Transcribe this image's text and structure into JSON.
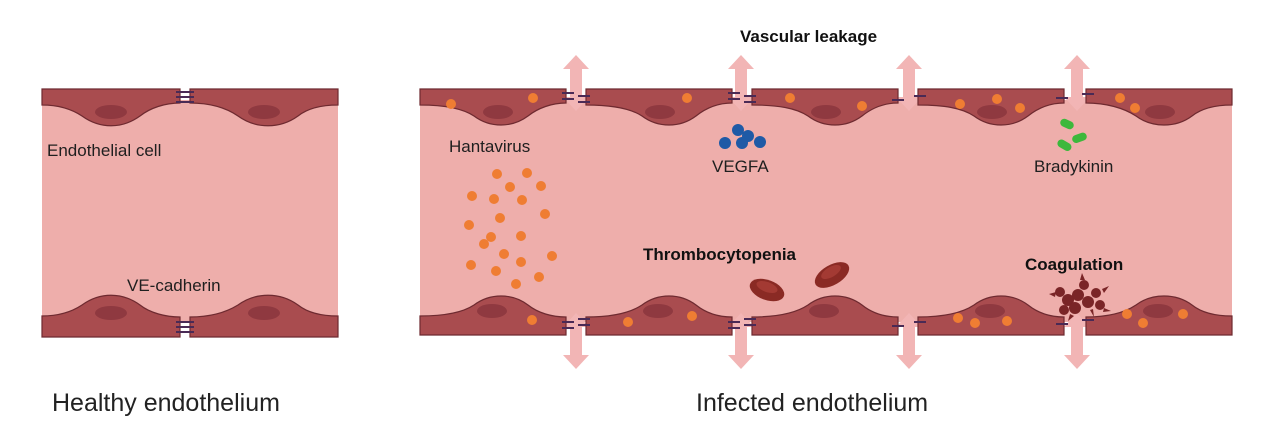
{
  "labels": {
    "endothelial_cell": "Endothelial cell",
    "ve_cadherin": "VE-cadherin",
    "healthy_endothelium": "Healthy endothelium",
    "infected_endothelium": "Infected endothelium",
    "hantavirus": "Hantavirus",
    "vegfa": "VEGFA",
    "bradykinin": "Bradykinin",
    "vascular_leakage": "Vascular leakage",
    "thrombocytopenia": "Thrombocytopenia",
    "coagulation": "Coagulation"
  },
  "colors": {
    "vessel_lumen": "#eeaeab",
    "cell_fill": "#a94c4f",
    "cell_stroke": "#6e2a30",
    "nucleus": "#8f3940",
    "junction": "#4a2a55",
    "virus_particle": "#ef7d33",
    "vegfa_molecule": "#1f5aa6",
    "bradykinin_molecule": "#3cb83c",
    "leak_arrow": "#f2b5b5",
    "platelet": "#8a2a24",
    "clot": "#7a2527"
  },
  "icons": [
    "endothelial-cell",
    "ve-cadherin-junction",
    "hantavirus-particle",
    "vegfa-molecule",
    "bradykinin-molecule",
    "leakage-arrow",
    "platelet",
    "coagulation-clot"
  ]
}
